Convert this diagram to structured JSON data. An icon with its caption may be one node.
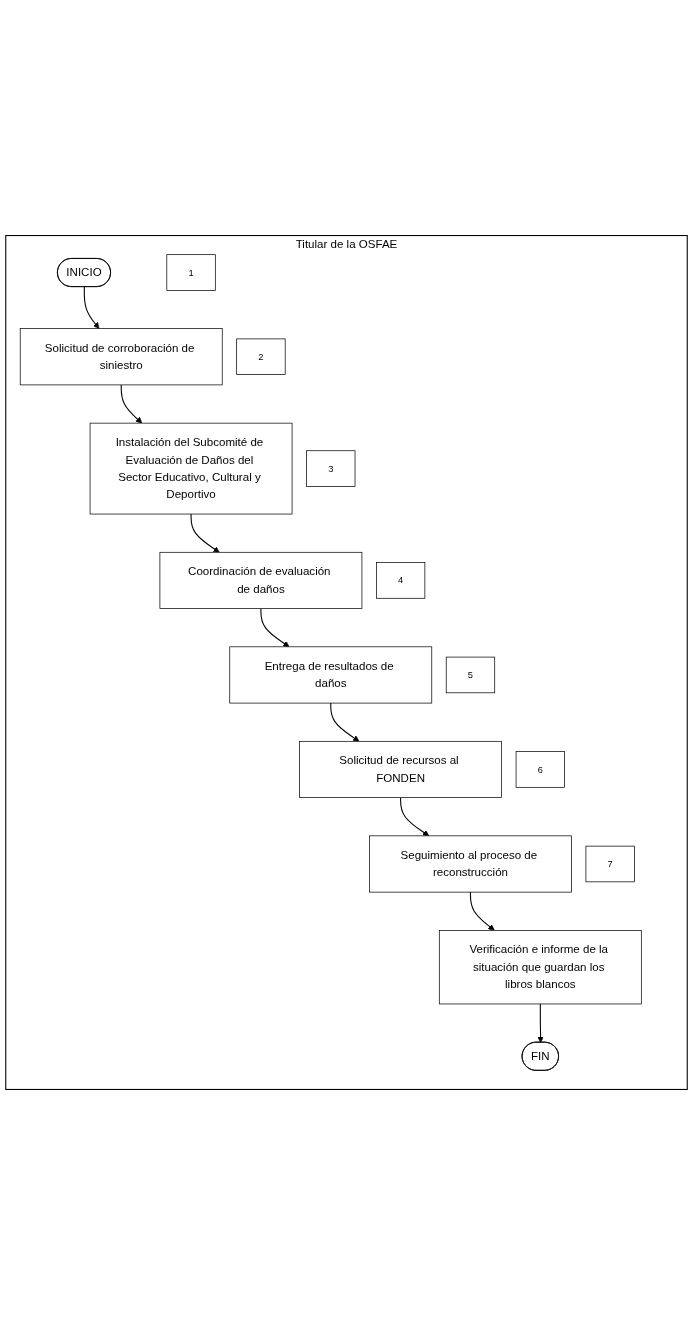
{
  "diagram": {
    "nodes": [
      {
        "text": [
          "Titular de la OSFAE"
        ]
      },
      {
        "text": [
          "INICIO"
        ],
        "in": 0
      },
      {
        "text": [
          "1"
        ],
        "in": 0
      },
      {
        "text": [
          "Solicitud de corroboración de siniestro"
        ],
        "in": 0
      },
      {
        "text": [
          "2"
        ],
        "in": 0
      },
      {
        "text": [
          "Instalación del Subcomité de Evaluación de Daños del Sector Educativo, Cultural y Deportivo"
        ],
        "in": 0
      },
      {
        "text": [
          "3"
        ],
        "in": 0
      },
      {
        "text": [
          "Coordinación de evaluación de daños"
        ],
        "in": 0
      },
      {
        "text": [
          "4"
        ],
        "in": 0
      },
      {
        "text": [
          "Entrega de resultados de daños"
        ],
        "in": 0
      },
      {
        "text": [
          "5"
        ],
        "in": 0
      },
      {
        "text": [
          "Solicitud de recursos al FONDEN"
        ],
        "in": 0
      },
      {
        "text": [
          "6"
        ],
        "in": 0
      },
      {
        "text": [
          "Seguimiento al proceso de reconstrucción"
        ],
        "in": 0
      },
      {
        "text": [
          "7"
        ],
        "in": 0
      },
      {
        "text": [
          "Verificación e informe de la situación que guardan los libros blancos"
        ],
        "in": 0
      },
      {
        "text": [
          "FIN"
        ],
        "in": 0
      }
    ],
    "edges": [
      {
        "from": 1,
        "to": 3,
        "arrow": "to"
      },
      {
        "from": 3,
        "to": 5,
        "arrow": "to"
      },
      {
        "from": 5,
        "to": 7,
        "arrow": "to"
      },
      {
        "from": 7,
        "to": 9,
        "arrow": "to"
      },
      {
        "from": 9,
        "to": 11,
        "arrow": "to"
      },
      {
        "from": 11,
        "to": 13,
        "arrow": "to"
      },
      {
        "from": 13,
        "to": 15,
        "arrow": "to"
      },
      {
        "from": 15,
        "to": 16,
        "arrow": "to"
      }
    ]
  }
}
